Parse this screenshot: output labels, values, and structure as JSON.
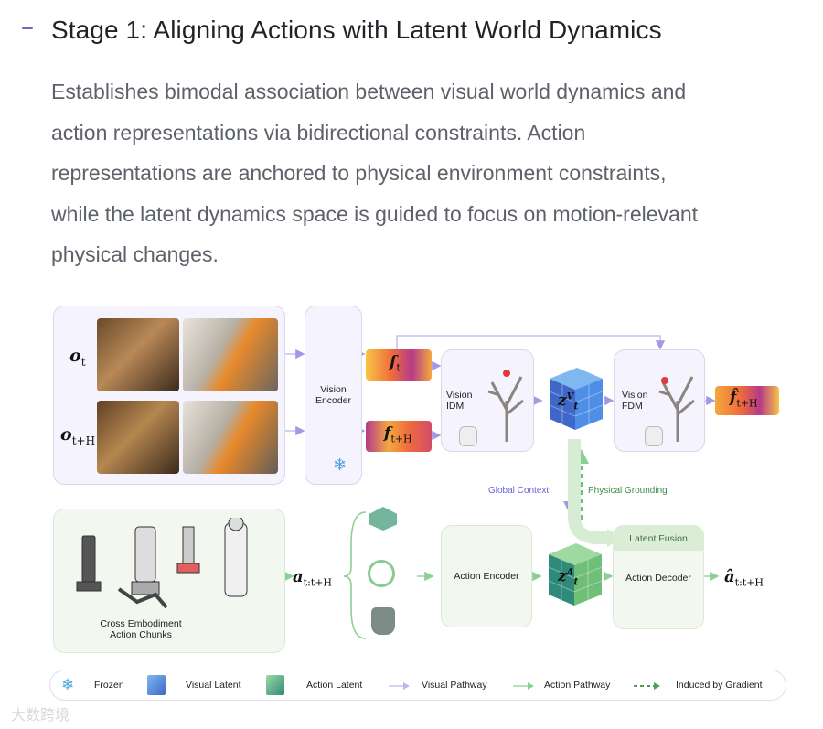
{
  "header": {
    "title": "Stage 1: Aligning Actions with Latent World Dynamics",
    "paragraph_lines": [
      "Establishes bimodal association between visual world dynamics and",
      "action representations via bidirectional constraints. Action",
      "representations are anchored to physical environment constraints,",
      "while the latent dynamics space is guided to focus on motion-relevant",
      "physical changes."
    ]
  },
  "diagram": {
    "obs_t": "o",
    "obs_t_sub": "t",
    "obs_tH": "o",
    "obs_tH_sub": "t+H",
    "vision_encoder": "Vision\nEncoder",
    "f_t": "f",
    "f_t_sub": "t",
    "f_tH": "f",
    "f_tH_sub": "t+H",
    "idm_label": "Vision\nIDM",
    "fdm_label": "Vision\nFDM",
    "zv": "z",
    "zv_sup": "V",
    "zv_sub": "t",
    "fhat": "f̂",
    "fhat_sub": "t+H",
    "global_context": "Global Context",
    "physical_grounding": "Physical Grounding",
    "cross_embodiment": "Cross Embodiment\nAction Chunks",
    "a_label": "a",
    "a_sub": "t:t+H",
    "action_encoder": "Action Encoder",
    "za": "z",
    "za_sup": "A",
    "za_sub": "t",
    "latent_fusion": "Latent Fusion",
    "action_decoder": "Action Decoder",
    "ahat": "â",
    "ahat_sub": "t:t+H"
  },
  "legend": {
    "frozen": "Frozen",
    "visual_latent": "Visual Latent",
    "action_latent": "Action Latent",
    "visual_pathway": "Visual Pathway",
    "action_pathway": "Action Pathway",
    "induced": "Induced by Gradient"
  },
  "colors": {
    "visual_accent": "#7b74e0",
    "action_accent": "#7fcf8a",
    "panel_visual": "#f5f3fd",
    "panel_action": "#f2f7ef"
  },
  "watermark": "大数跨境"
}
